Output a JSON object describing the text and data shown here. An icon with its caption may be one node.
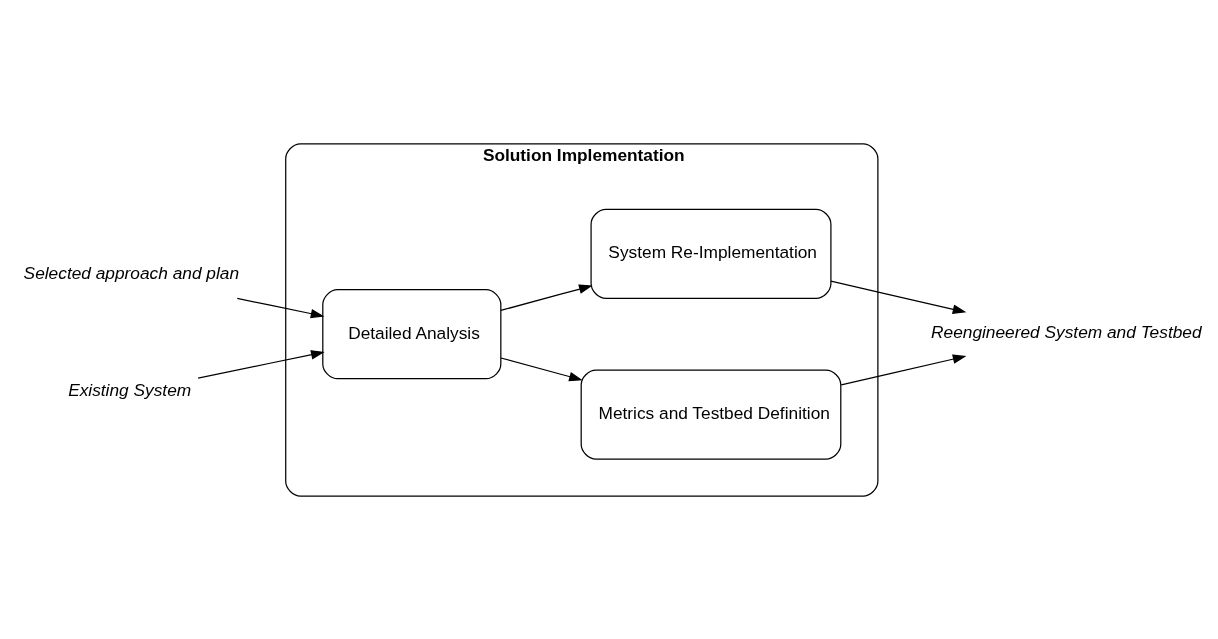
{
  "diagram": {
    "nodes": [
      {
        "text": [
          "Solution Implementation"
        ]
      },
      {
        "text": [
          "Selected approach and plan"
        ]
      },
      {
        "text": [
          "Existing System"
        ]
      },
      {
        "text": [
          "Detailed Analysis"
        ],
        "in": 0
      },
      {
        "text": [
          "Metrics and Testbed Definition"
        ],
        "in": 0
      },
      {
        "text": [
          "System Re-Implementation"
        ],
        "in": 0
      },
      {
        "text": [
          "Reengineered System and Testbed"
        ]
      }
    ],
    "edges": [
      {
        "from": 1,
        "to": 3,
        "arrow": "to"
      },
      {
        "from": 2,
        "to": 3,
        "arrow": "to"
      },
      {
        "from": 3,
        "to": 4,
        "arrow": "to"
      },
      {
        "from": 3,
        "to": 5,
        "arrow": "to"
      },
      {
        "from": 4,
        "to": 6,
        "arrow": "to"
      },
      {
        "from": 5,
        "to": 6,
        "arrow": "to"
      }
    ]
  }
}
